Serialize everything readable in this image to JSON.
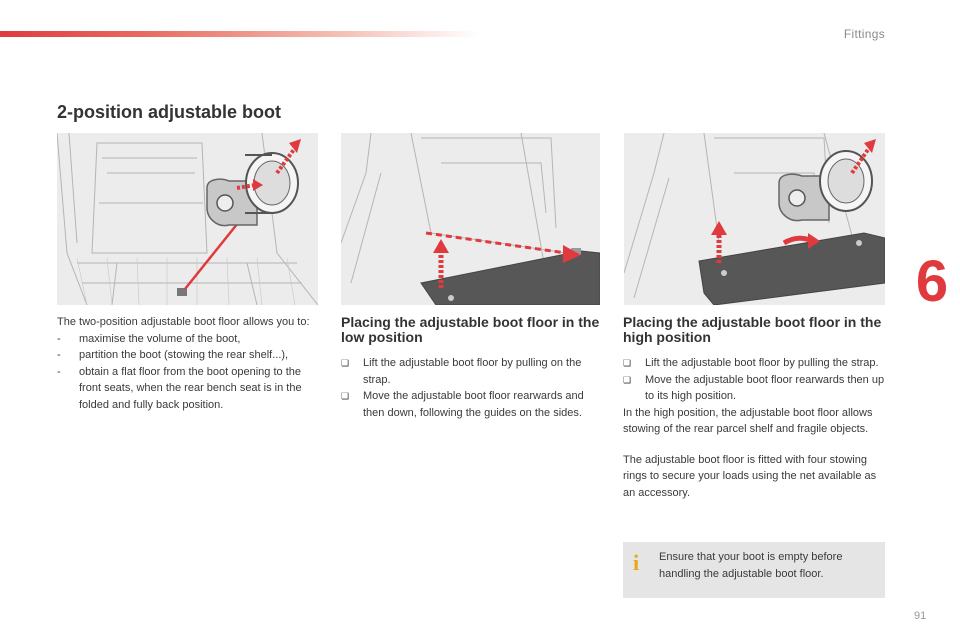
{
  "header": {
    "section_name": "Fittings",
    "chapter_number": "6",
    "accent_color": "#e03a3e"
  },
  "title": "2-position adjustable boot",
  "images": [
    {
      "name": "boot-with-grip-detail"
    },
    {
      "name": "boot-floor-low-position"
    },
    {
      "name": "boot-floor-high-position"
    }
  ],
  "intro": {
    "text": "The two-position adjustable boot floor allows you to:",
    "items": [
      "maximise the volume of the boot,",
      "partition the boot (stowing the rear shelf...),",
      "obtain a flat floor from the boot opening to the front seats, when the rear bench seat is in the folded and fully back position."
    ],
    "marker": "-"
  },
  "low_position": {
    "heading": "Placing the adjustable boot floor in the low position",
    "steps": [
      "Lift the adjustable boot floor by pulling on the strap.",
      "Move the adjustable boot floor rearwards and then down, following the guides on the sides."
    ],
    "marker": ""
  },
  "high_position": {
    "heading": "Placing the adjustable boot floor in the high position",
    "steps": [
      "Lift the adjustable boot floor by pulling the strap.",
      "Move the adjustable boot floor rearwards then up to its high position."
    ],
    "note": "In the high position, the adjustable boot floor allows stowing of the rear parcel shelf and fragile objects.",
    "rings_note": "The adjustable boot floor is fitted with four stowing rings to secure your loads using the net available as an accessory."
  },
  "info_box": {
    "icon": "info-icon",
    "text": "Ensure that your boot is empty before handling the adjustable boot floor."
  },
  "page_number": "91"
}
